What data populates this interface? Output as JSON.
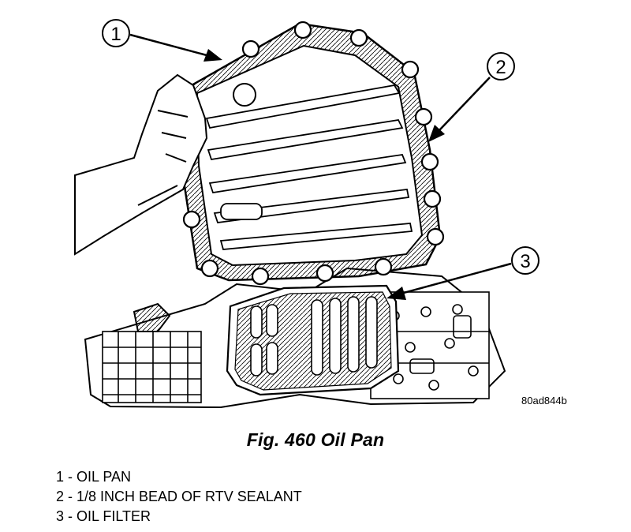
{
  "figure": {
    "caption": "Fig. 460 Oil Pan",
    "reference_code": "80ad844b",
    "callouts": [
      {
        "number": "1",
        "target": "oil pan flange"
      },
      {
        "number": "2",
        "target": "RTV sealant bead"
      },
      {
        "number": "3",
        "target": "oil filter"
      }
    ]
  },
  "legend": {
    "items": [
      {
        "text": "1 - OIL PAN"
      },
      {
        "text": "2 - 1/8 INCH BEAD OF RTV SEALANT"
      },
      {
        "text": "3 - OIL FILTER"
      }
    ]
  }
}
